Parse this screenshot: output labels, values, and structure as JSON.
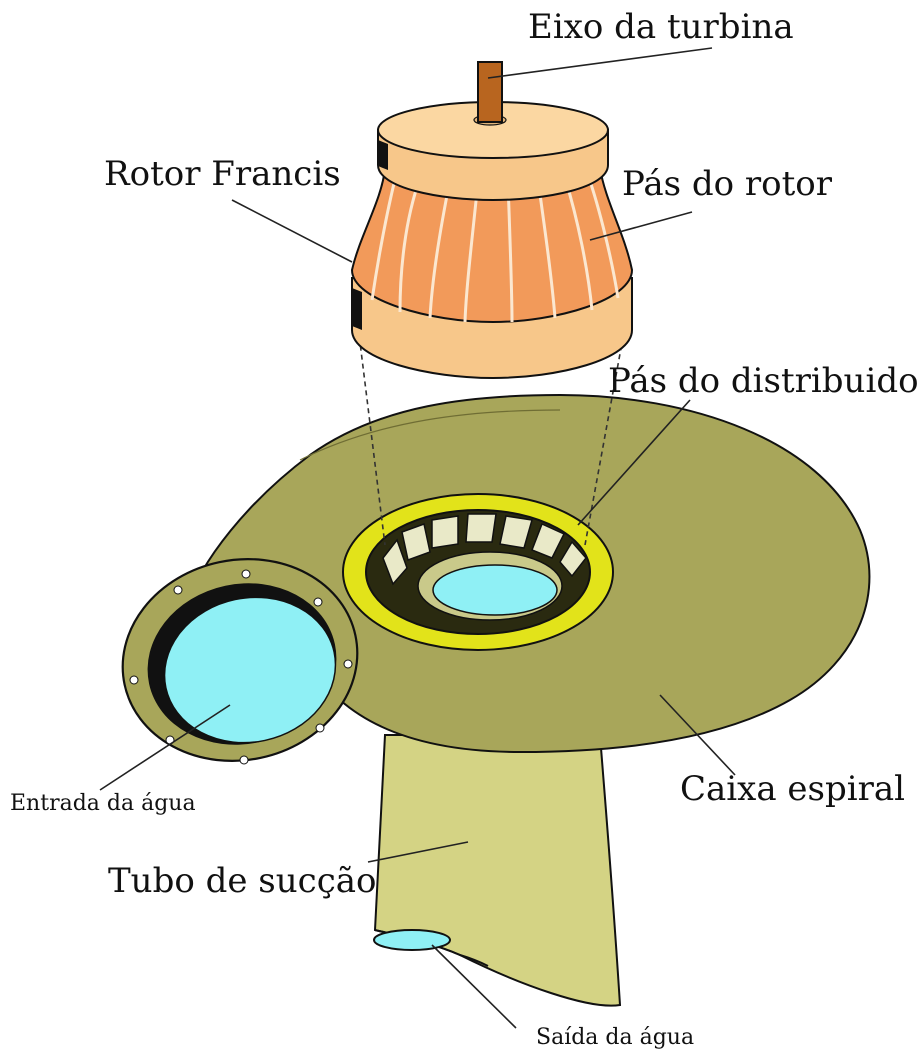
{
  "labels": {
    "shaft": "Eixo da turbina",
    "runner": "Rotor Francis",
    "runner_blades": "Pás do rotor",
    "guide_vanes": "Pás do distribuidor",
    "water_inlet": "Entrada da água",
    "spiral_case": "Caixa espiral",
    "draft_tube": "Tubo de sucção",
    "water_outlet": "Saída da água"
  },
  "colors": {
    "spiral_case": "#a8a65a",
    "draft_tube": "#d4d384",
    "runner_body": "#f7c78a",
    "runner_blades": "#f29a5a",
    "guide_ring": "#e2e31a",
    "water": "#8ff0f5",
    "shaft": "#b8651f"
  }
}
